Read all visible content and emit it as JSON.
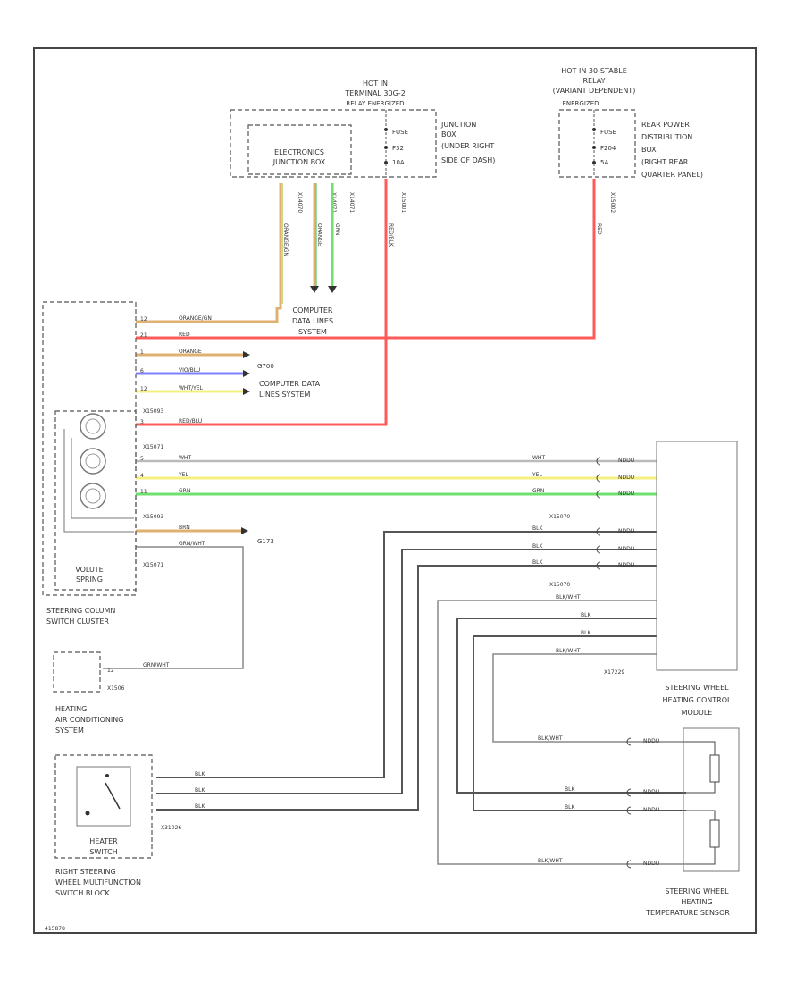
{
  "colors": {
    "red": "#ff5a5a",
    "green": "#6ee06e",
    "yellow": "#f4f080",
    "orange": "#e0b070",
    "violet": "#8080ff",
    "black": "#444444",
    "gray": "#9a9a9a",
    "olive": "#cbd98a"
  },
  "top": {
    "hot1": [
      "HOT IN",
      "TERMINAL 30G-2",
      "RELAY ENERGIZED"
    ],
    "hot2": [
      "HOT IN 30-STABLE",
      "RELAY",
      "(VARIANT DEPENDENT)",
      "ENERGIZED"
    ],
    "ejb": [
      "ELECTRONICS",
      "JUNCTION BOX"
    ],
    "fuse1": [
      "FUSE",
      "F32",
      "10A"
    ],
    "fuse2": [
      "FUSE",
      "F204",
      "5A"
    ],
    "jbox": [
      "JUNCTION",
      "BOX",
      "(UNDER RIGHT",
      "SIDE OF DASH)"
    ],
    "rpdb": [
      "REAR POWER",
      "DISTRIBUTION",
      "BOX",
      "(RIGHT REAR",
      "QUARTER PANEL)"
    ],
    "conn": [
      "X14070",
      "X14071",
      "X14071",
      "X15001",
      "X15002"
    ]
  },
  "wires": {
    "orange_gn": "ORANGE/GN",
    "orange": "ORANGE",
    "grn": "GRN",
    "red_blk": "RED/BLK",
    "red": "RED",
    "orange_blk": "ORANGE",
    "red_blu": "RED/BLU",
    "brn": "BRN",
    "wht": "WHT",
    "yel": "YEL",
    "blk": "BLK",
    "grn_wht": "GRN/WHT",
    "vio_blu": "VIO/BLU",
    "wht_yel": "WHT/YEL",
    "blk_wht": "BLK/WHT",
    "nddu": "NDDU"
  },
  "pins": [
    "12",
    "21",
    "1",
    "6",
    "3",
    "5",
    "12",
    "4",
    "11"
  ],
  "labels": {
    "cdl1": [
      "COMPUTER",
      "DATA LINES",
      "SYSTEM"
    ],
    "cdl2": [
      "COMPUTER DATA",
      "LINES SYSTEM"
    ],
    "g700": "G700",
    "g173": "G173",
    "scc": [
      "STEERING COLUMN",
      "SWITCH CLUSTER"
    ],
    "vspring": [
      "VOLUTE",
      "SPRING"
    ],
    "hac": [
      "HEATING",
      "AIR CONDITIONING",
      "SYSTEM"
    ],
    "heater": [
      "HEATER",
      "SWITCH"
    ],
    "rsw": [
      "RIGHT STEERING",
      "WHEEL MULTIFUNCTION",
      "SWITCH BLOCK"
    ],
    "swhcm": [
      "STEERING WHEEL",
      "HEATING CONTROL",
      "MODULE"
    ],
    "swhts": [
      "STEERING WHEEL",
      "HEATING",
      "TEMPERATURE SENSOR"
    ],
    "xconn": [
      "X15093",
      "X15071",
      "X15093",
      "X15071",
      "X15070",
      "X15070",
      "X17229",
      "X31026",
      "X1506"
    ],
    "footer": "415878"
  }
}
